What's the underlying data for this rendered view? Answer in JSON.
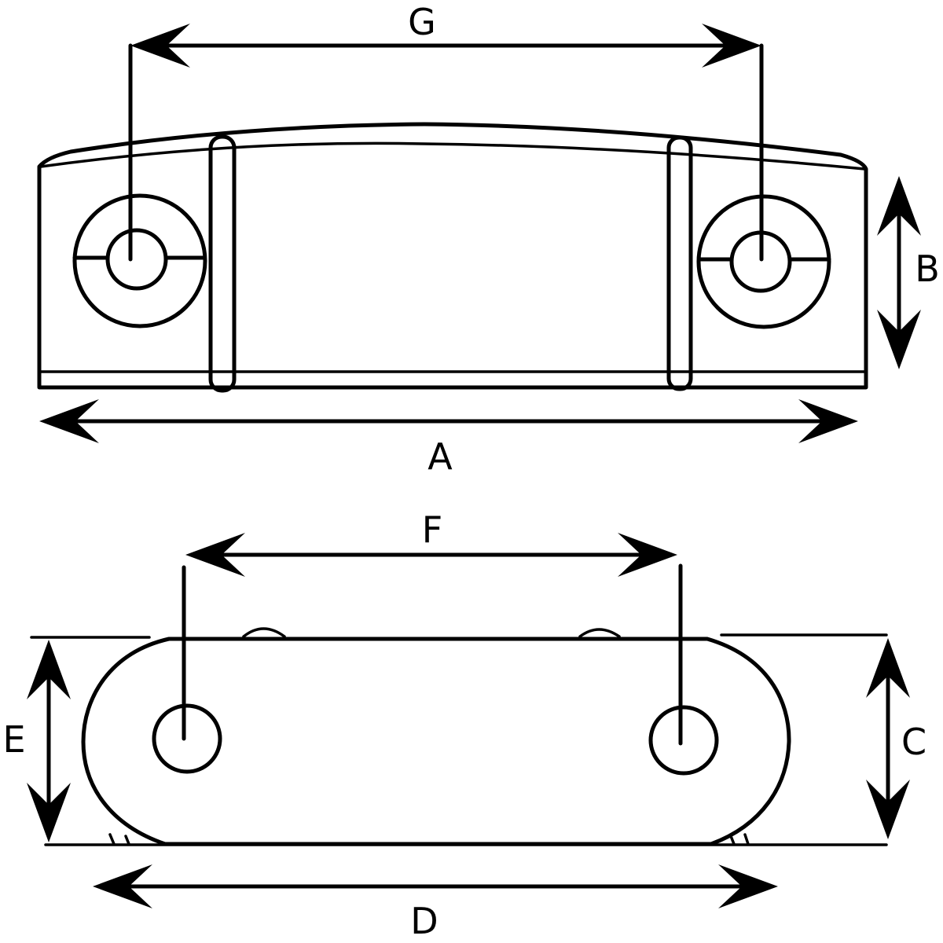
{
  "side_view": {
    "labels": {
      "g": "G",
      "b": "B",
      "a": "A"
    }
  },
  "top_view": {
    "labels": {
      "f": "F",
      "e": "E",
      "c": "C",
      "d": "D"
    }
  }
}
